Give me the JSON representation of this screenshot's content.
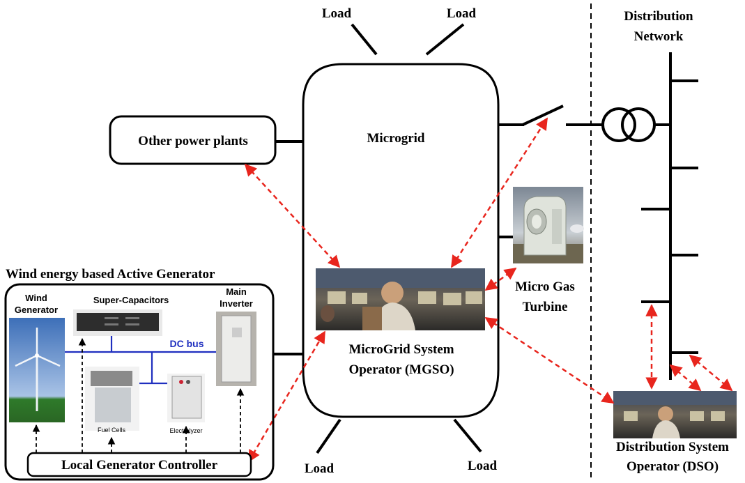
{
  "loads": {
    "top_left": "Load",
    "top_right": "Load",
    "bottom_left": "Load",
    "bottom_right": "Load"
  },
  "microgrid": {
    "label": "Microgrid"
  },
  "other_plants": {
    "label": "Other power plants"
  },
  "distribution_network": {
    "line1": "Distribution",
    "line2": "Network"
  },
  "mgso": {
    "line1": "MicroGrid System",
    "line2": "Operator (MGSO)"
  },
  "micro_gas_turbine": {
    "line1": "Micro Gas",
    "line2": "Turbine"
  },
  "dso": {
    "line1": "Distribution System",
    "line2": "Operator (DSO)"
  },
  "active_generator": {
    "title": "Wind energy based Active Generator",
    "wind_generator_line1": "Wind",
    "wind_generator_line2": "Generator",
    "super_capacitors": "Super-Capacitors",
    "main_inverter_line1": "Main",
    "main_inverter_line2": "Inverter",
    "dc_bus": "DC bus",
    "fuel_cells": "Fuel Cells",
    "electrolyzer": "Electrolyzer",
    "local_controller": "Local Generator Controller"
  },
  "colors": {
    "comm_link": "#e8251d",
    "dc_bus": "#1f2fbf",
    "line": "#000000"
  }
}
